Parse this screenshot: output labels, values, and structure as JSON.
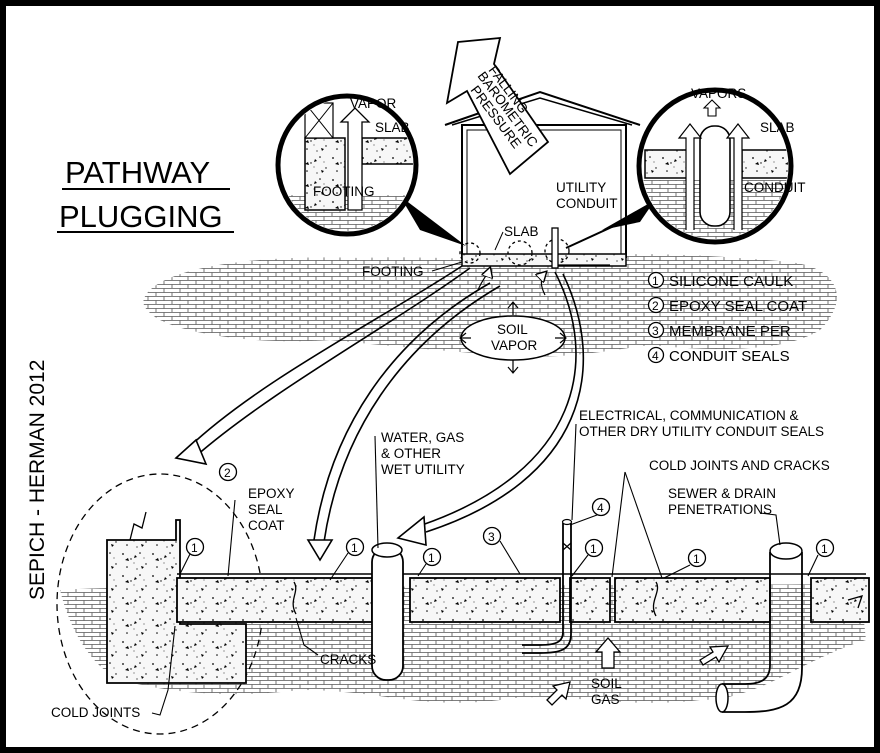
{
  "title": {
    "line1": "PATHWAY",
    "line2": "PLUGGING"
  },
  "credit": "SEPICH - HERMAN 2012",
  "house": {
    "pressure_label": {
      "line1": "FALLING",
      "line2": "BAROMETRIC",
      "line3": "PRESSURE"
    },
    "slab": "SLAB",
    "footing": "FOOTING",
    "utility": {
      "line1": "UTILITY",
      "line2": "CONDUIT"
    },
    "soil_vapor": {
      "line1": "SOIL",
      "line2": "VAPOR"
    }
  },
  "inset_left": {
    "vapor": "VAPOR",
    "slab": "SLAB",
    "footing": "FOOTING"
  },
  "inset_right": {
    "vapors": "VAPORS",
    "slab": "SLAB",
    "conduit": "CONDUIT"
  },
  "legend": [
    {
      "num": "1",
      "text": "SILICONE CAULK"
    },
    {
      "num": "2",
      "text": "EPOXY SEAL COAT"
    },
    {
      "num": "3",
      "text": "MEMBRANE PER"
    },
    {
      "num": "4",
      "text": "CONDUIT SEALS"
    }
  ],
  "section": {
    "epoxy": {
      "num": "2",
      "line1": "EPOXY",
      "line2": "SEAL",
      "line3": "COAT"
    },
    "water": {
      "line1": "WATER, GAS",
      "line2": "& OTHER",
      "line3": "WET UTILITY"
    },
    "electrical": {
      "line1": "ELECTRICAL, COMMUNICATION &",
      "line2": "OTHER DRY UTILITY CONDUIT SEALS"
    },
    "cold_joints_cracks": "COLD JOINTS AND CRACKS",
    "sewer": {
      "line1": "SEWER & DRAIN",
      "line2": "PENETRATIONS"
    },
    "cracks": "CRACKS",
    "cold_joints": "COLD JOINTS",
    "soil_gas": {
      "line1": "SOIL",
      "line2": "GAS"
    },
    "callouts": {
      "one": "1",
      "three": "3",
      "four": "4"
    }
  }
}
